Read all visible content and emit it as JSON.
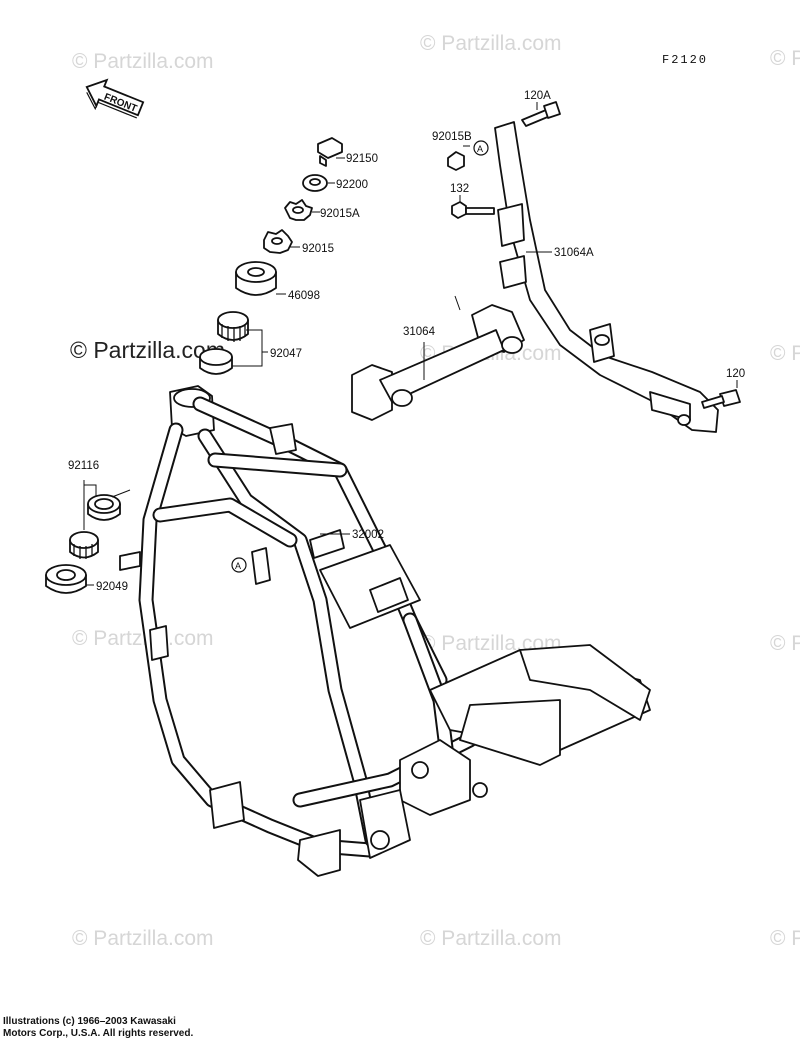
{
  "figure_code": "F2120",
  "front_label": "FRONT",
  "watermark": "© Partzilla.com",
  "ref_marker": "A",
  "callouts": {
    "p92150": "92150",
    "p92200": "92200",
    "p92015A": "92015A",
    "p92015": "92015",
    "p46098": "46098",
    "p92047": "92047",
    "p92116": "92116",
    "p92049": "92049",
    "p32002": "32002",
    "p31064": "31064",
    "p31064A": "31064A",
    "p92015B": "92015B",
    "p120A": "120A",
    "p132": "132",
    "p120": "120"
  },
  "copyright_line1": "Illustrations (c) 1966–2003 Kawasaki",
  "copyright_line2": "Motors Corp., U.S.A.  All rights reserved."
}
